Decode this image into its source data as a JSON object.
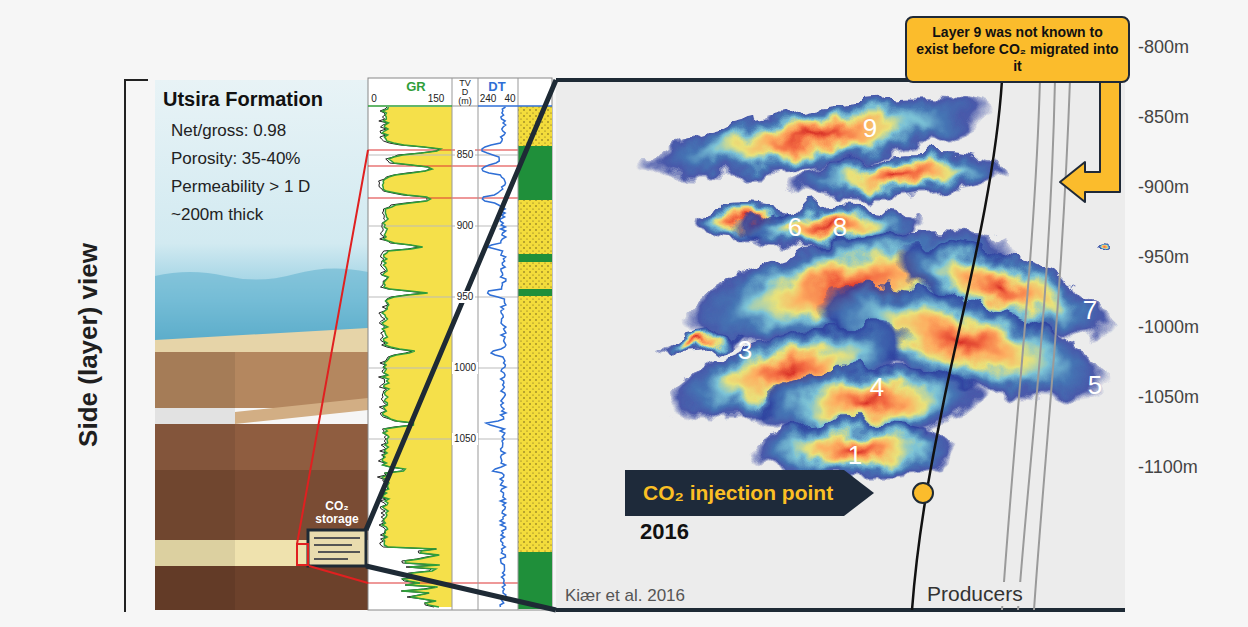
{
  "diagram": {
    "nodes": [
      {
        "text": [
          "Utsira Formation",
          "Net/gross: 0.98",
          "Porosity: 35-40%",
          "Permeability > 1 D",
          "~200m thick"
        ]
      },
      {
        "text": [
          "CO₂ storage"
        ],
        "in": 0
      },
      {
        "text": [
          "Layer 9 was not known to exist before CO₂ migrated into it"
        ]
      },
      {
        "text": [
          "CO₂ injection point"
        ]
      }
    ],
    "labels": [
      "Side (layer) view",
      "GR",
      "0",
      "150",
      "TV D (m)",
      "DT",
      "240",
      "40",
      "850",
      "900",
      "950",
      "1000",
      "1050",
      "9",
      "6",
      "8",
      "7",
      "3",
      "4",
      "5",
      "1",
      "2016",
      "Kiær et al. 2016",
      "Producers",
      "-800m",
      "-850m",
      "-900m",
      "-950m",
      "-1000m",
      "-1050m",
      "-1100m"
    ]
  }
}
